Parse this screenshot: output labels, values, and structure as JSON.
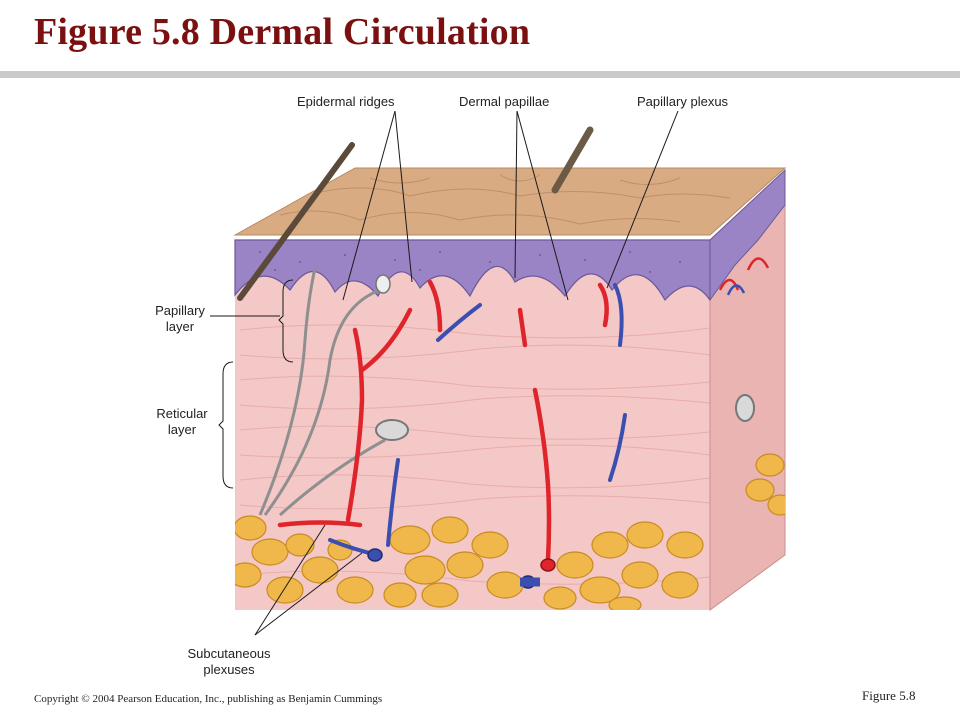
{
  "title": "Figure 5.8  Dermal Circulation",
  "labels": {
    "epidermal_ridges": "Epidermal ridges",
    "dermal_papillae": "Dermal papillae",
    "papillary_plexus": "Papillary plexus",
    "papillary_layer_1": "Papillary",
    "papillary_layer_2": "layer",
    "reticular_layer_1": "Reticular",
    "reticular_layer_2": "layer",
    "subcutaneous_plexuses_1": "Subcutaneous",
    "subcutaneous_plexuses_2": "plexuses"
  },
  "copyright": "Copyright © 2004 Pearson Education, Inc., publishing as Benjamin Cummings",
  "figure_ref": "Figure 5.8",
  "colors": {
    "title": "#7a1010",
    "epidermis": "#9a84c6",
    "dermis": "#f3c8c6",
    "fat": "#f0b84a",
    "artery": "#e0242c",
    "vein": "#3a4fb0",
    "nerve": "#8f8f8f"
  }
}
